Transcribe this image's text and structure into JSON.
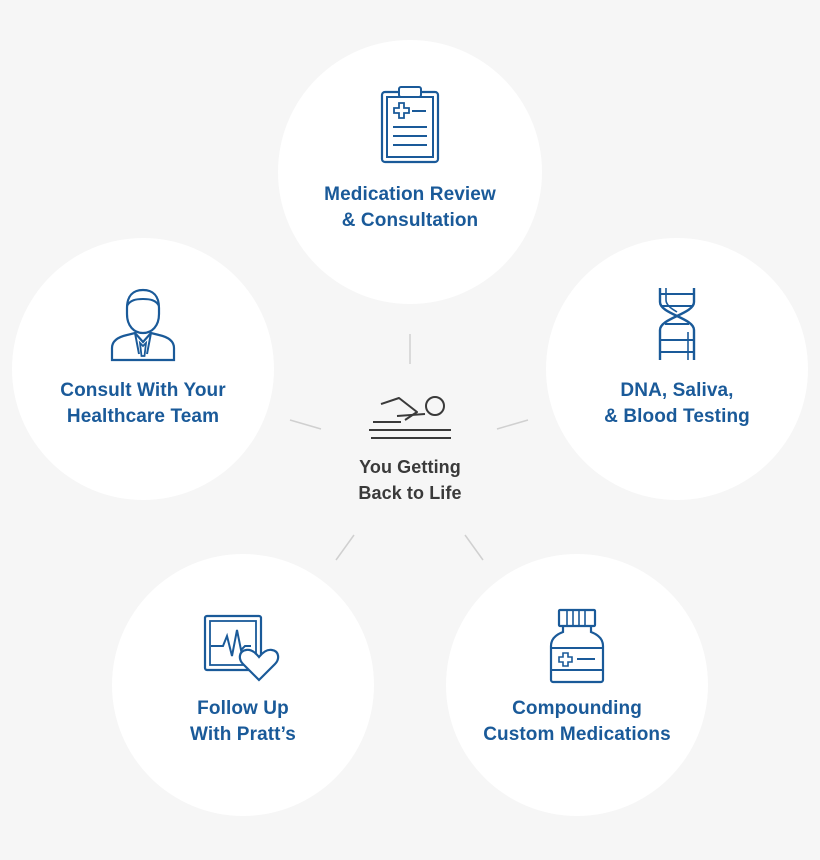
{
  "center": {
    "icon": "swimmer-icon",
    "line1": "You Getting",
    "line2": "Back to Life"
  },
  "nodes": [
    {
      "id": "medication-review",
      "icon": "clipboard-icon",
      "line1": "Medication Review",
      "line2": "& Consultation"
    },
    {
      "id": "consult-team",
      "icon": "doctor-icon",
      "line1": "Consult With Your",
      "line2": "Healthcare Team"
    },
    {
      "id": "dna-testing",
      "icon": "dna-icon",
      "line1": "DNA, Saliva,",
      "line2": "& Blood Testing"
    },
    {
      "id": "follow-up",
      "icon": "heart-monitor-icon",
      "line1": "Follow Up",
      "line2": "With Pratt’s"
    },
    {
      "id": "compounding",
      "icon": "medicine-bottle-icon",
      "line1": "Compounding",
      "line2": "Custom Medications"
    }
  ],
  "colors": {
    "accent": "#1a5a99",
    "center_text": "#3a3a3a",
    "circle_fill": "#ffffff",
    "background": "#f6f6f6",
    "connector": "#d0d0d0"
  }
}
